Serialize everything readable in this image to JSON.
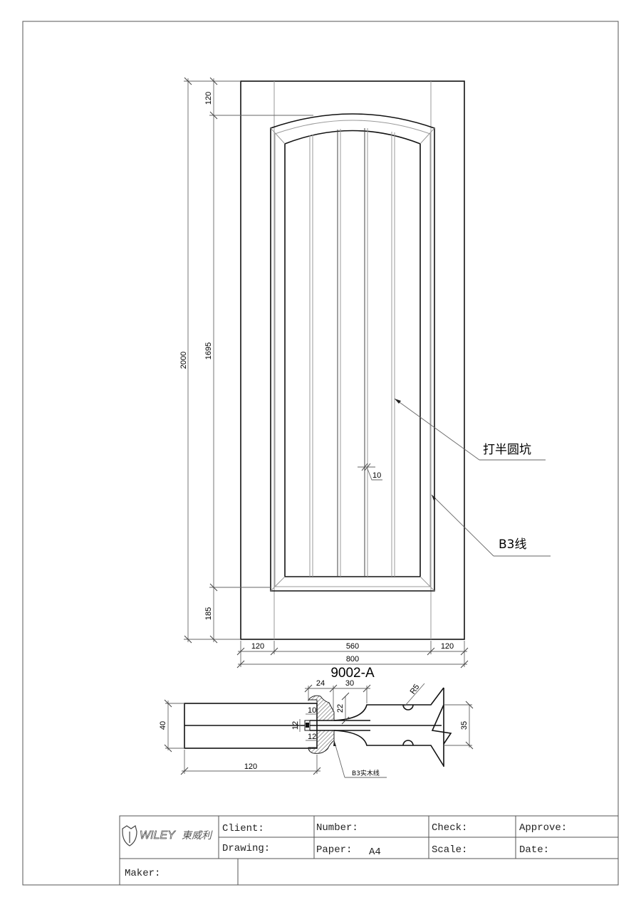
{
  "drawing": {
    "model": "9002-A",
    "front_view": {
      "dims_vertical": {
        "total": "2000",
        "top_rail": "120",
        "panel": "1695",
        "bottom_rail": "185"
      },
      "dims_horizontal": {
        "left_stile": "120",
        "panel": "560",
        "right_stile": "120",
        "total": "800"
      },
      "groove_width": "10",
      "callouts": {
        "groove": "打半圆坑",
        "molding": "B3线"
      }
    },
    "section_view": {
      "dims": {
        "thickness": "40",
        "stile_width": "120",
        "molding_width": "24",
        "profile_width": "30",
        "profile_depth": "22",
        "radius": "R5",
        "panel_thickness": "35",
        "tongue_depth": "10",
        "tongue_width": "12",
        "groove_depth": "12"
      },
      "callout": "B3实木线"
    }
  },
  "title_block": {
    "logo_text": "WILEY",
    "logo_cn": "東威利",
    "client_label": "Client:",
    "number_label": "Number:",
    "check_label": "Check:",
    "approve_label": "Approve:",
    "drawing_label": "Drawing:",
    "paper_label": "Paper:",
    "paper_value": "A4",
    "scale_label": "Scale:",
    "date_label": "Date:",
    "maker_label": "Maker:"
  }
}
